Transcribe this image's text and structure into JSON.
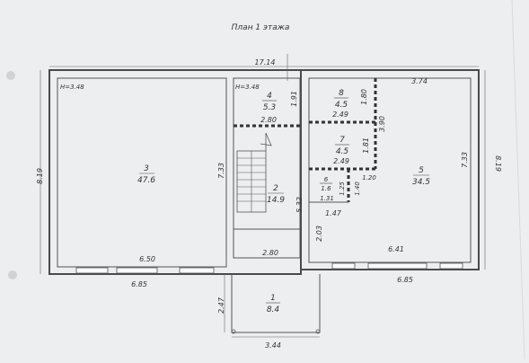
{
  "title": "План 1 этажа",
  "heights": {
    "left": "H=3.48",
    "middle": "H=3.48"
  },
  "rooms": [
    {
      "num": "1",
      "area": "8.4"
    },
    {
      "num": "2",
      "area": "14.9"
    },
    {
      "num": "3",
      "area": "47.6"
    },
    {
      "num": "4",
      "area": "5.3"
    },
    {
      "num": "5",
      "area": "34.5"
    },
    {
      "num": "6",
      "area": "1.6"
    },
    {
      "num": "7",
      "area": "4.5"
    },
    {
      "num": "8",
      "area": "4.5"
    }
  ],
  "dimensions": {
    "top_total": "17.14",
    "top_right": "3.74",
    "left_height": "8.19",
    "right_height": "8.19",
    "room3_width": "6.50",
    "room3_outer": "6.85",
    "room3_height": "7.33",
    "room5_width": "6.41",
    "room5_outer": "6.85",
    "room5_height": "7.33",
    "room2_width": "2.80",
    "room4_width": "2.80",
    "room4_height": "1.91",
    "room2_height": "5.32",
    "room8_width": "2.49",
    "room8_height": "1.80",
    "room7_width": "2.49",
    "room7_height": "1.81",
    "room78_total": "3.90",
    "room6_width": "1.31",
    "room6_height": "1.25",
    "room6_h2": "1.40",
    "room6_w2": "1.20",
    "room6_outer": "1.47",
    "corridor_height": "2.03",
    "porch_height": "2.47",
    "porch_width": "3.44"
  }
}
